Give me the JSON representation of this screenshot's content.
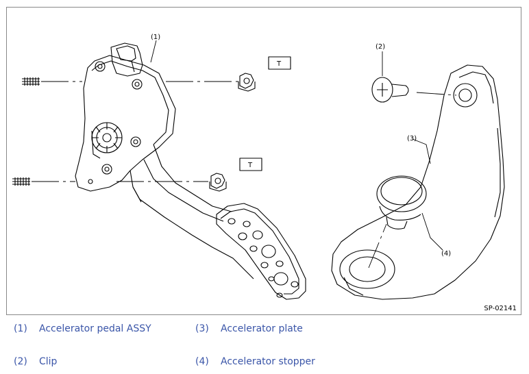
{
  "figure": {
    "code": "SP-02141",
    "callouts": [
      "(1)",
      "(2)",
      "(3)",
      "(4)"
    ],
    "torque_marks": [
      "T",
      "T"
    ]
  },
  "legend": [
    {
      "num": "(1)",
      "label": "Accelerator pedal ASSY"
    },
    {
      "num": "(2)",
      "label": "Clip"
    },
    {
      "num": "(3)",
      "label": "Accelerator plate"
    },
    {
      "num": "(4)",
      "label": "Accelerator stopper"
    }
  ]
}
